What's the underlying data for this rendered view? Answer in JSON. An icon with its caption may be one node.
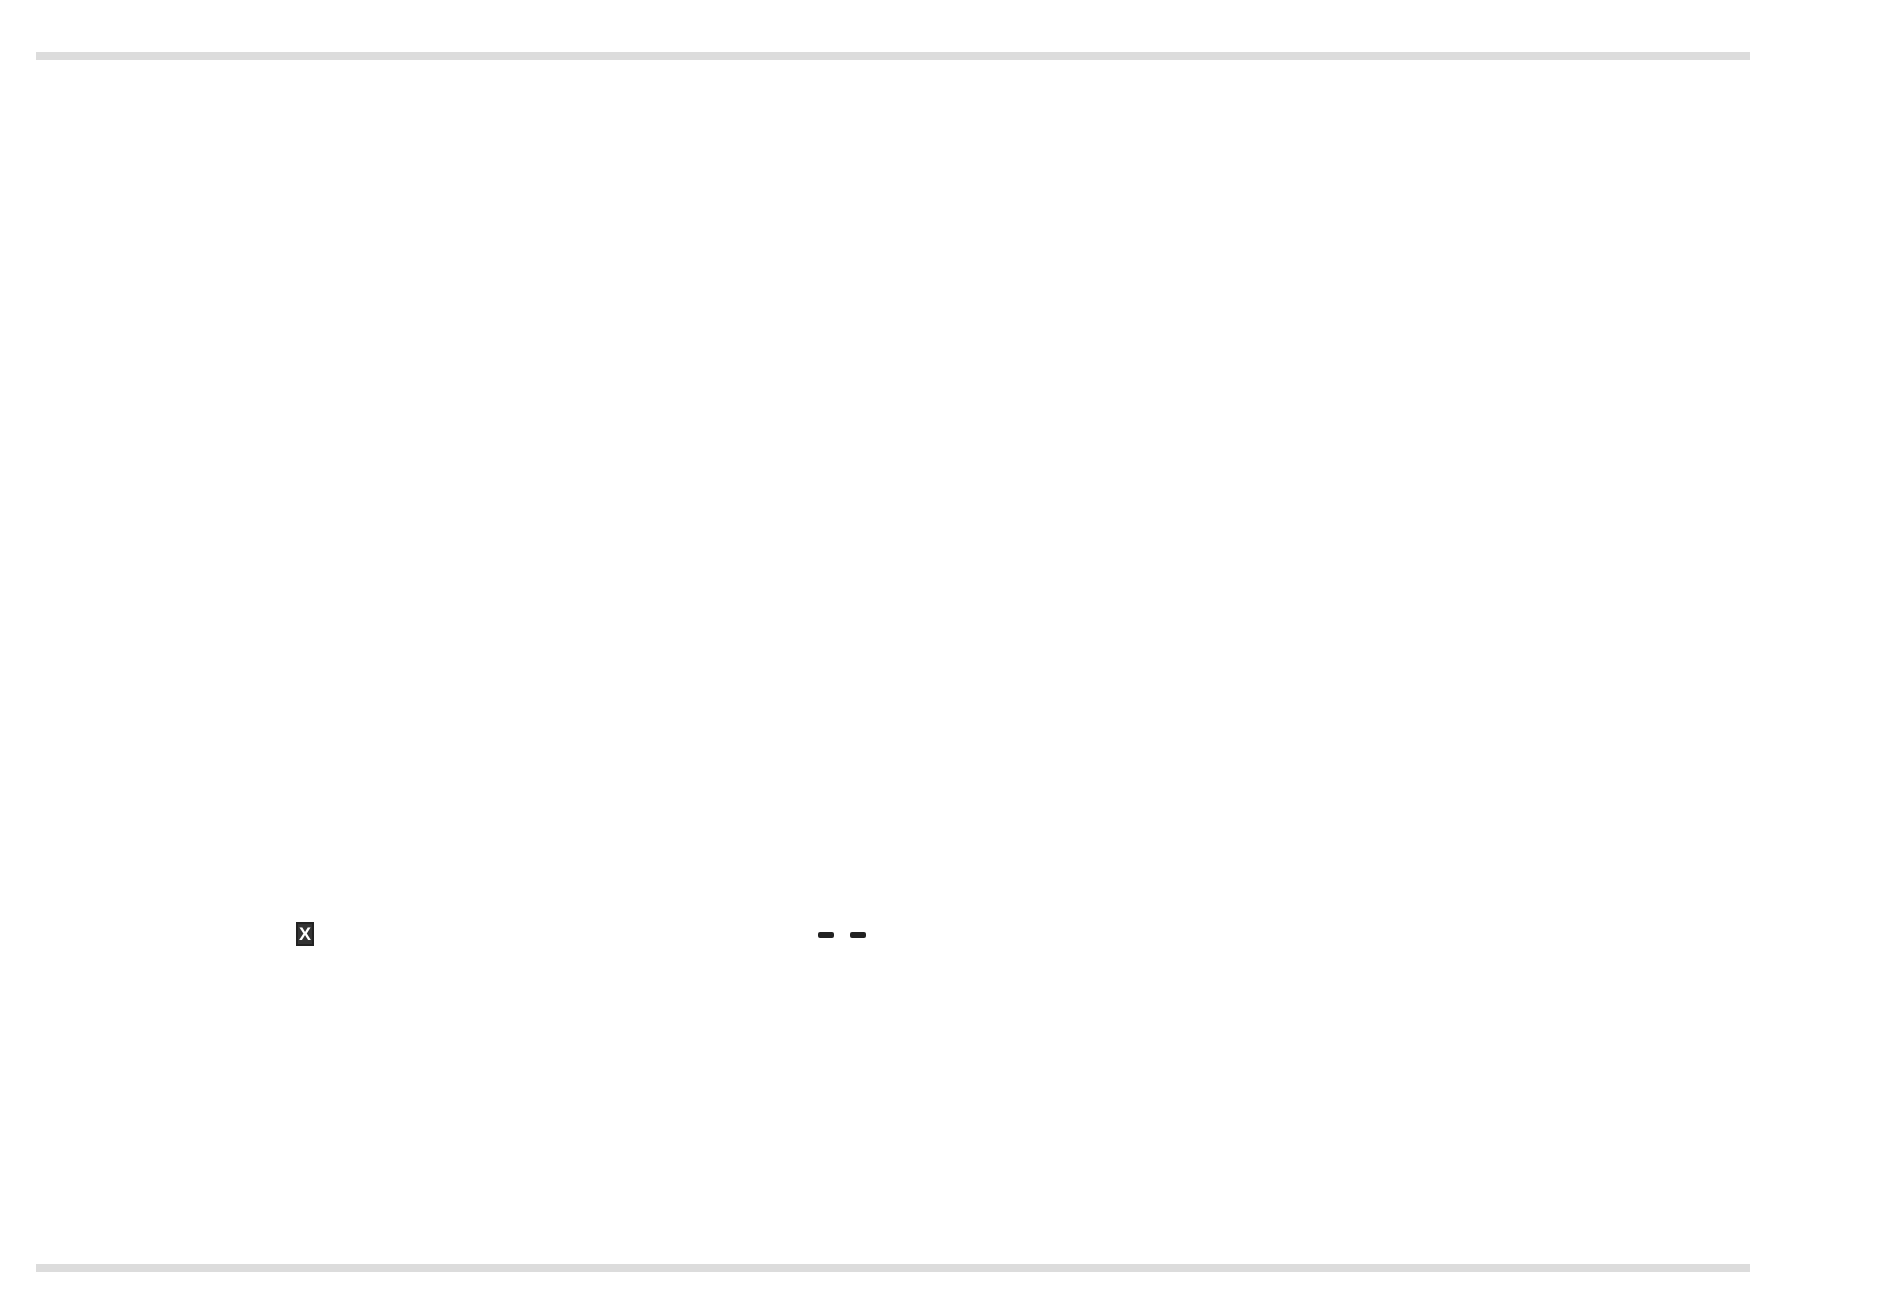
{
  "diagram": {
    "nodes": [
      {
        "text": [
          "X"
        ]
      },
      {
        "text": [],
        "shape": "bar"
      },
      {
        "text": [],
        "shape": "bar"
      }
    ]
  }
}
